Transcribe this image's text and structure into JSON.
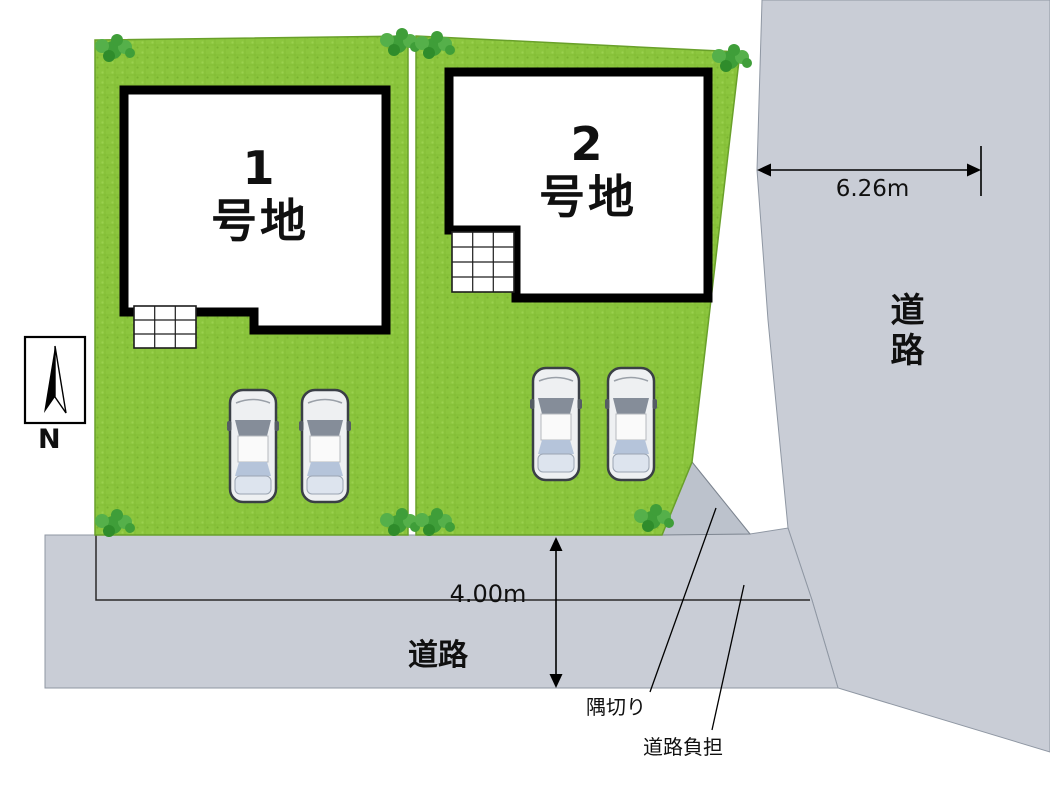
{
  "plan": {
    "lots": [
      {
        "number": "1",
        "suffix": "号地",
        "full_label": "1号地"
      },
      {
        "number": "2",
        "suffix": "号地",
        "full_label": "2号地"
      }
    ],
    "roads": {
      "right": {
        "label": "道路",
        "width": "6.26m"
      },
      "bottom": {
        "label": "道路",
        "width": "4.00m"
      }
    },
    "annotations": {
      "corner_cut": "隅切り",
      "road_burden": "道路負担"
    },
    "compass": {
      "north": "N"
    },
    "icons": {
      "car": "car-top-view-icon",
      "bush": "shrub-icon",
      "north_needle": "compass-needle-icon"
    },
    "colors": {
      "lawn": "#8cc63e",
      "road": "#c9cdd6",
      "corner_cut_fill": "#bcc2cc",
      "house_fill": "#ffffff",
      "outline": "#000000",
      "bush_green": "#3f9e39"
    }
  }
}
